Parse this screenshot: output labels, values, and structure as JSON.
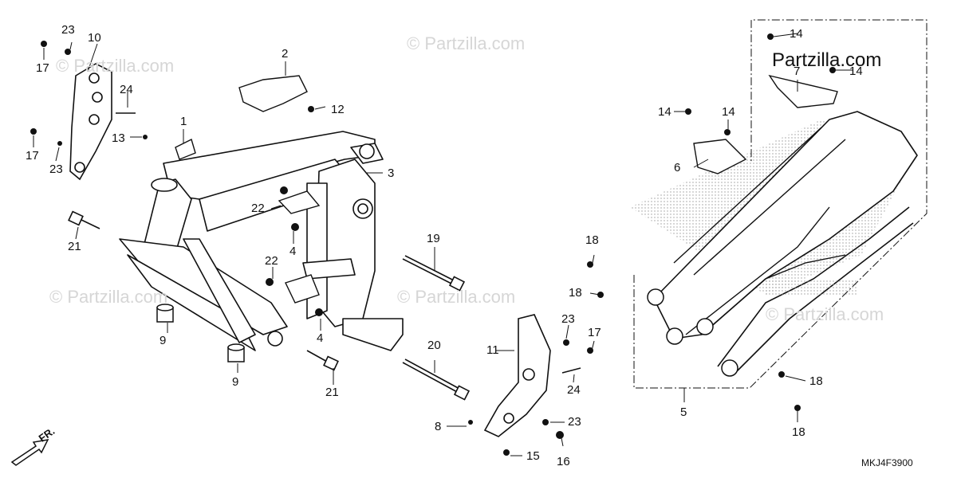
{
  "watermark": "© Partzilla.com",
  "brand_watermark": "Partzilla.com",
  "diagram_code": "MKJ4F3900",
  "front_arrow_label": "FR.",
  "callouts": [
    "1",
    "2",
    "3",
    "4",
    "4",
    "5",
    "6",
    "7",
    "8",
    "9",
    "9",
    "10",
    "11",
    "12",
    "13",
    "14",
    "14",
    "14",
    "14",
    "15",
    "16",
    "17",
    "17",
    "17",
    "18",
    "18",
    "18",
    "18",
    "19",
    "20",
    "21",
    "21",
    "22",
    "22",
    "23",
    "23",
    "23",
    "23",
    "24",
    "24"
  ],
  "colors": {
    "line": "#111111",
    "frame_fill": "#ffffff",
    "stipple": "#9a9a9a",
    "watermark": "#d6d6d6"
  }
}
